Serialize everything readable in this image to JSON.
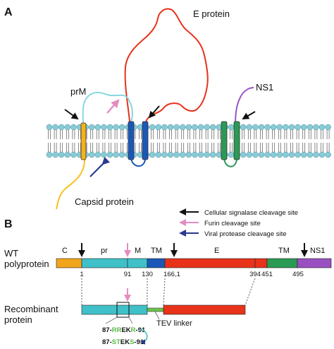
{
  "panel_a": {
    "label": "A",
    "e_protein_label": "E protein",
    "prm_label": "prM",
    "ns1_label": "NS1",
    "capsid_label": "Capsid protein"
  },
  "panel_b": {
    "label": "B",
    "legend": [
      {
        "text": "Cellular signalase cleavage site",
        "color": "#111111"
      },
      {
        "text": "Furin cleavage site",
        "color": "#e58cc0"
      },
      {
        "text": "Viral protease cleavage site",
        "color": "#2b3a8f"
      }
    ],
    "wt_label": [
      "WT",
      "polyprotein"
    ],
    "segments": [
      {
        "name": "C",
        "color": "#f0a51c"
      },
      {
        "name": "pr",
        "color": "#40c0c8"
      },
      {
        "name": "M",
        "color": "#40c0c8"
      },
      {
        "name": "TM",
        "color": "#1a58b8"
      },
      {
        "name": "E",
        "color": "#e8321a"
      },
      {
        "name": "TM",
        "color": "#2a9a54"
      },
      {
        "name": "NS1",
        "color": "#9a4fc1"
      }
    ],
    "positions": [
      "1",
      "91",
      "130",
      "166,1",
      "394",
      "451",
      "495"
    ],
    "recombinant_label": [
      "Recombinant",
      "protein"
    ],
    "tev_label": "TEV linker",
    "seq_wt": {
      "pre": "87-",
      "a": "RR",
      "b": "EK",
      "c": "R",
      "post": "-91"
    },
    "seq_mut": {
      "pre": "87-",
      "a": "ST",
      "b": "EK",
      "c": "S",
      "post": "-91"
    }
  },
  "colors": {
    "signalase_arrow": "#111111",
    "furin_arrow": "#e58cc0",
    "viral_protease_arrow": "#2b3a8f",
    "membrane_head": "#86ccd8",
    "e_protein_chain": "#e8321a",
    "prm_chain": "#86d8e0",
    "capsid_chain": "#f7c21b",
    "ns1_chain": "#9a55c8",
    "mutation_green": "#5cb84a"
  }
}
